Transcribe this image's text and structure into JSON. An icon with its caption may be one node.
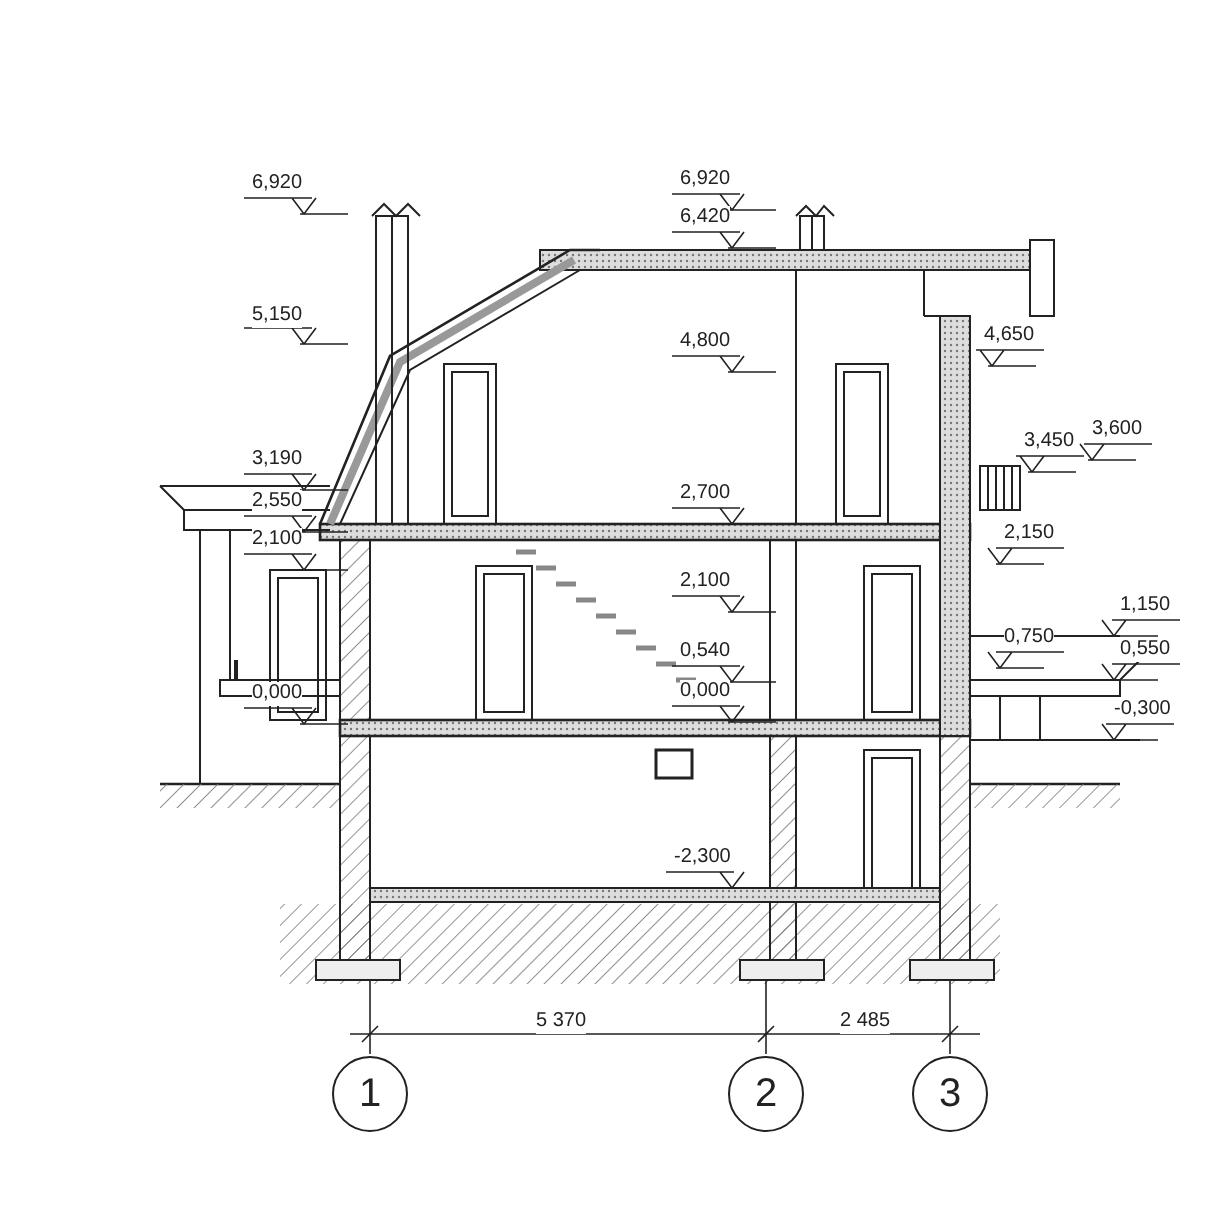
{
  "diagram": {
    "nodes": [
      {
        "text": [
          "1"
        ]
      },
      {
        "text": [
          "2"
        ]
      },
      {
        "text": [
          "3"
        ]
      }
    ],
    "edges": [],
    "labels": [
      "6,920",
      "5,150",
      "3,190",
      "2,550",
      "2,100",
      "0,000",
      "6,920",
      "6,420",
      "4,800",
      "2,700",
      "2,100",
      "0,540",
      "0,000",
      "-2,300",
      "4,650",
      "3,450",
      "3,600",
      "2,150",
      "1,150",
      "0,750",
      "0,550",
      "-0,300",
      "5 370",
      "2 485"
    ]
  }
}
